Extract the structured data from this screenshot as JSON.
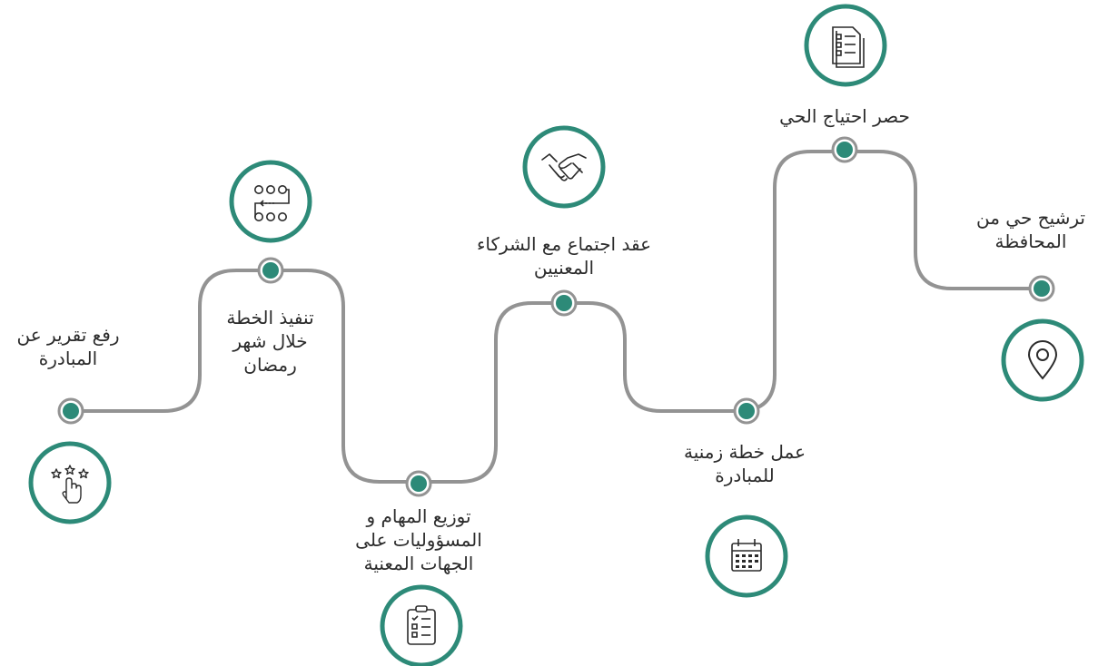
{
  "colors": {
    "path": "#939393",
    "accent": "#2d8a78",
    "node_fill": "#2d8a78",
    "node_ring": "#939393",
    "text": "#2b2b2b"
  },
  "steps": [
    {
      "lines": [
        "ترشيح حي من",
        "المحافظة"
      ],
      "icon": "location-pin-icon"
    },
    {
      "lines": [
        "حصر احتياج الحي"
      ],
      "icon": "checklist-document-icon"
    },
    {
      "lines": [
        "عمل خطة زمنية",
        "للمبادرة"
      ],
      "icon": "calendar-icon"
    },
    {
      "lines": [
        "عقد اجتماع مع الشركاء",
        "المعنيين"
      ],
      "icon": "handshake-icon"
    },
    {
      "lines": [
        "توزيع المهام و",
        "المسؤوليات على",
        "الجهات المعنية"
      ],
      "icon": "clipboard-list-icon"
    },
    {
      "lines": [
        "تنفيذ الخطة",
        "خلال شهر",
        "رمضان"
      ],
      "icon": "process-flow-icon"
    },
    {
      "lines": [
        "رفع تقرير عن",
        "المبادرة"
      ],
      "icon": "rating-stars-hand-icon"
    }
  ]
}
